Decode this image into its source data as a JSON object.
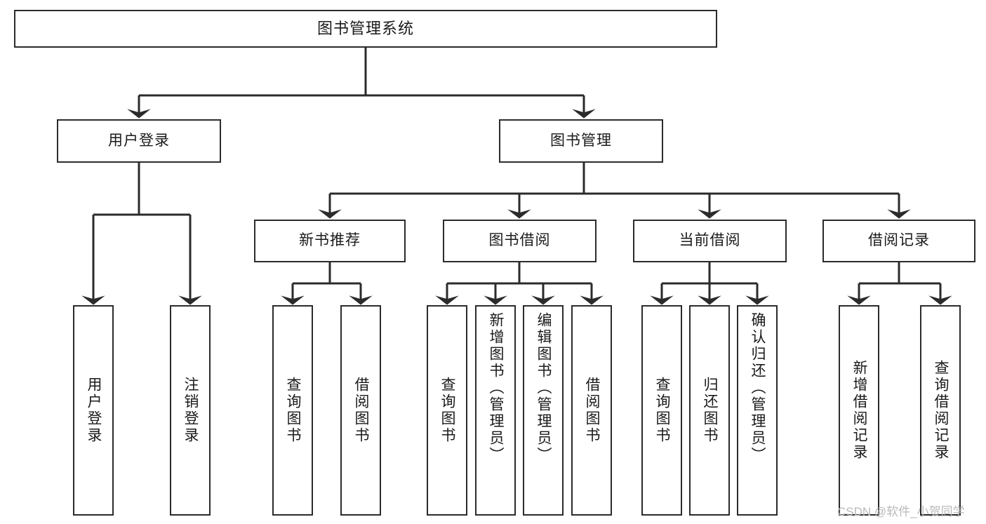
{
  "diagram": {
    "title": "图书管理系统",
    "type": "hierarchy-tree",
    "levels": 4,
    "colors": {
      "box_border": "#2b2b2b",
      "box_fill": "#ffffff",
      "connector": "#2b2b2b",
      "text": "#1a1a1a",
      "watermark": "#b9b9b9",
      "background": "#ffffff"
    },
    "nodes": {
      "root": {
        "label": "图书管理系统"
      },
      "level2": [
        {
          "id": "user-login",
          "label": "用户登录"
        },
        {
          "id": "book-management",
          "label": "图书管理"
        }
      ],
      "level3": [
        {
          "id": "new-book-recommend",
          "label": "新书推荐"
        },
        {
          "id": "book-borrow",
          "label": "图书借阅"
        },
        {
          "id": "current-borrow",
          "label": "当前借阅"
        },
        {
          "id": "borrow-record",
          "label": "借阅记录"
        }
      ],
      "leaves": {
        "user_login": [
          {
            "id": "leaf-user-login",
            "label": "用户登录"
          },
          {
            "id": "leaf-logout-login",
            "label": "注销登录"
          }
        ],
        "new_book_recommend": [
          {
            "id": "leaf-query-book-1",
            "label": "查询图书"
          },
          {
            "id": "leaf-borrow-book-1",
            "label": "借阅图书"
          }
        ],
        "book_borrow": [
          {
            "id": "leaf-query-book-2",
            "label": "查询图书"
          },
          {
            "id": "leaf-add-book",
            "label": "新增图书（管理员）"
          },
          {
            "id": "leaf-edit-book",
            "label": "编辑图书（管理员）"
          },
          {
            "id": "leaf-borrow-book-2",
            "label": "借阅图书"
          }
        ],
        "current_borrow": [
          {
            "id": "leaf-query-book-3",
            "label": "查询图书"
          },
          {
            "id": "leaf-return-book",
            "label": "归还图书"
          },
          {
            "id": "leaf-confirm-return",
            "label": "确认归还（管理员）"
          }
        ],
        "borrow_record": [
          {
            "id": "leaf-add-borrow-record",
            "label": "新增借阅记录"
          },
          {
            "id": "leaf-query-borrow-record",
            "label": "查询借阅记录"
          }
        ]
      }
    },
    "watermark": "CSDN @软件_小贺同学"
  }
}
